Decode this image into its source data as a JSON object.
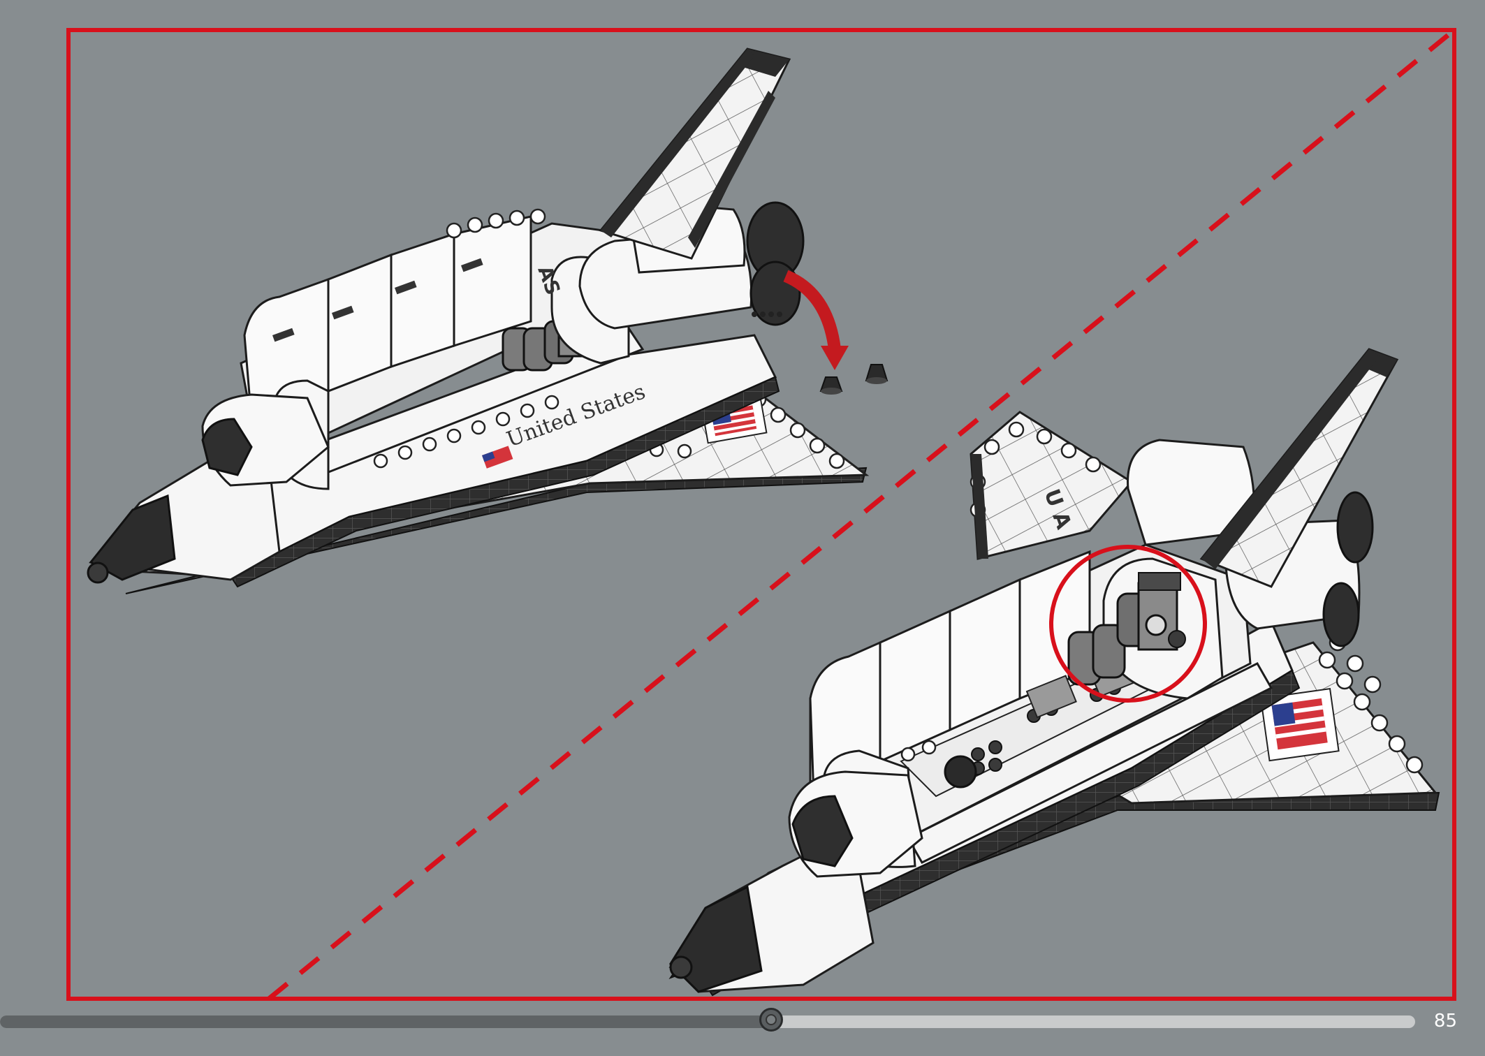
{
  "page": {
    "number": "85",
    "progress_fraction": 0.545
  },
  "model": {
    "decal_text": "United States",
    "tail_letters_left": "AS",
    "tail_letters_right": "U A"
  },
  "colors": {
    "background": "#878d90",
    "frame_red": "#d8101b",
    "hull_white": "#f4f4f4",
    "hull_dark": "#2b2b2b",
    "outline": "#1c1c1c"
  }
}
